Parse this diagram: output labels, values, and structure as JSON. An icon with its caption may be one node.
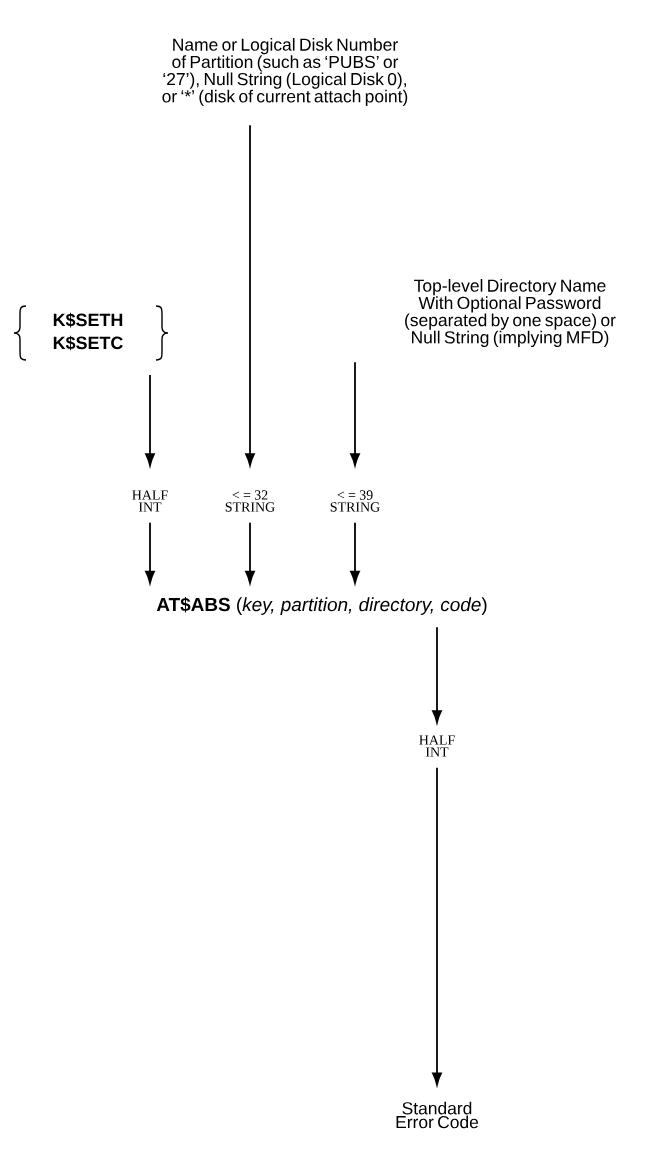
{
  "diagram": {
    "nodes": [
      {
        "text": [
          "Name or Logical Disk Number of Partition (such as ‘PUBS’ or ‘27’), Null String (Logical Disk 0), or ‘*’ (disk of current attach point)"
        ]
      },
      {
        "text": [
          "K$SETH",
          "K$SETC"
        ]
      },
      {
        "text": [
          "Top-level Directory Name With Optional Password (separated by one space) or Null String (implying MFD)"
        ]
      },
      {
        "text": [
          "HALF INT"
        ]
      },
      {
        "text": [
          "< = 32 STRING"
        ]
      },
      {
        "text": [
          "< = 39 STRING"
        ]
      },
      {
        "text": [
          "**AT$ABS** (*key, partition, directory, code*)"
        ]
      },
      {
        "text": [
          "HALF INT"
        ]
      },
      {
        "text": [
          "Standard Error Code"
        ]
      }
    ],
    "edges": [
      {
        "from": 0,
        "to": 4,
        "arrow": "to"
      },
      {
        "from": 1,
        "to": 3,
        "arrow": "to"
      },
      {
        "from": 2,
        "to": 5,
        "arrow": "to"
      },
      {
        "from": 3,
        "to": 6,
        "arrow": "to"
      },
      {
        "from": 4,
        "to": 6,
        "arrow": "to"
      },
      {
        "from": 5,
        "to": 6,
        "arrow": "to"
      },
      {
        "from": 6,
        "to": 7,
        "arrow": "to"
      },
      {
        "from": 7,
        "to": 8,
        "arrow": "to"
      }
    ]
  }
}
